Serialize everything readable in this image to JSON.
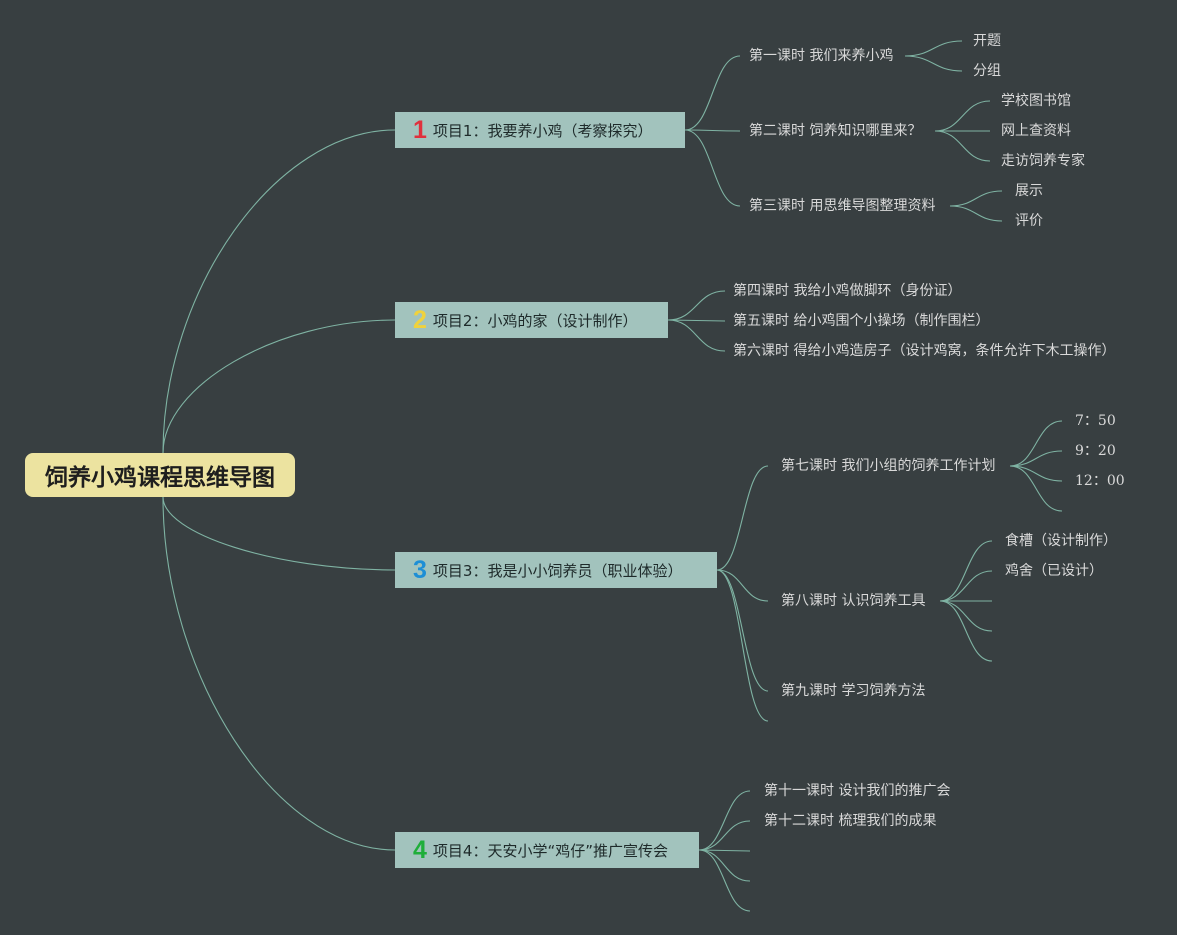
{
  "title": "饲养小鸡课程思维导图",
  "colors": {
    "background": "#383f41",
    "root_fill": "#ece3a0",
    "project_fill": "#a2c3bd",
    "link": "#7fb3a3",
    "num1": "#e0303c",
    "num2": "#f0d23c",
    "num3": "#1e8fd6",
    "num4": "#1fae3a"
  },
  "projects": [
    {
      "num": "1",
      "label": "项目1：我要养小鸡（考察探究）",
      "lessons": [
        {
          "label": "第一课时 我们来养小鸡",
          "subs": [
            "开题",
            "分组"
          ]
        },
        {
          "label": "第二课时 饲养知识哪里来？",
          "subs": [
            "学校图书馆",
            "网上查资料",
            "走访饲养专家"
          ]
        },
        {
          "label": "第三课时 用思维导图整理资料",
          "subs": [
            "展示",
            "评价"
          ]
        }
      ]
    },
    {
      "num": "2",
      "label": "项目2：小鸡的家（设计制作）",
      "lessons": [
        {
          "label": "第四课时 我给小鸡做脚环（身份证）"
        },
        {
          "label": "第五课时 给小鸡围个小操场（制作围栏）"
        },
        {
          "label": "第六课时 得给小鸡造房子（设计鸡窝，条件允许下木工操作）"
        }
      ]
    },
    {
      "num": "3",
      "label": "项目3：我是小小饲养员（职业体验）",
      "lessons": [
        {
          "label": "第七课时 我们小组的饲养工作计划",
          "subs": [
            "7：50",
            "9：20",
            "12：00"
          ]
        },
        {
          "label": "第八课时 认识饲养工具",
          "subs": [
            "食槽（设计制作）",
            "鸡舍（已设计）"
          ]
        },
        {
          "label": "第九课时 学习饲养方法"
        }
      ]
    },
    {
      "num": "4",
      "label": "项目4：天安小学“鸡仔”推广宣传会",
      "lessons": [
        {
          "label": "第十一课时 设计我们的推广会"
        },
        {
          "label": "第十二课时 梳理我们的成果"
        }
      ]
    }
  ]
}
